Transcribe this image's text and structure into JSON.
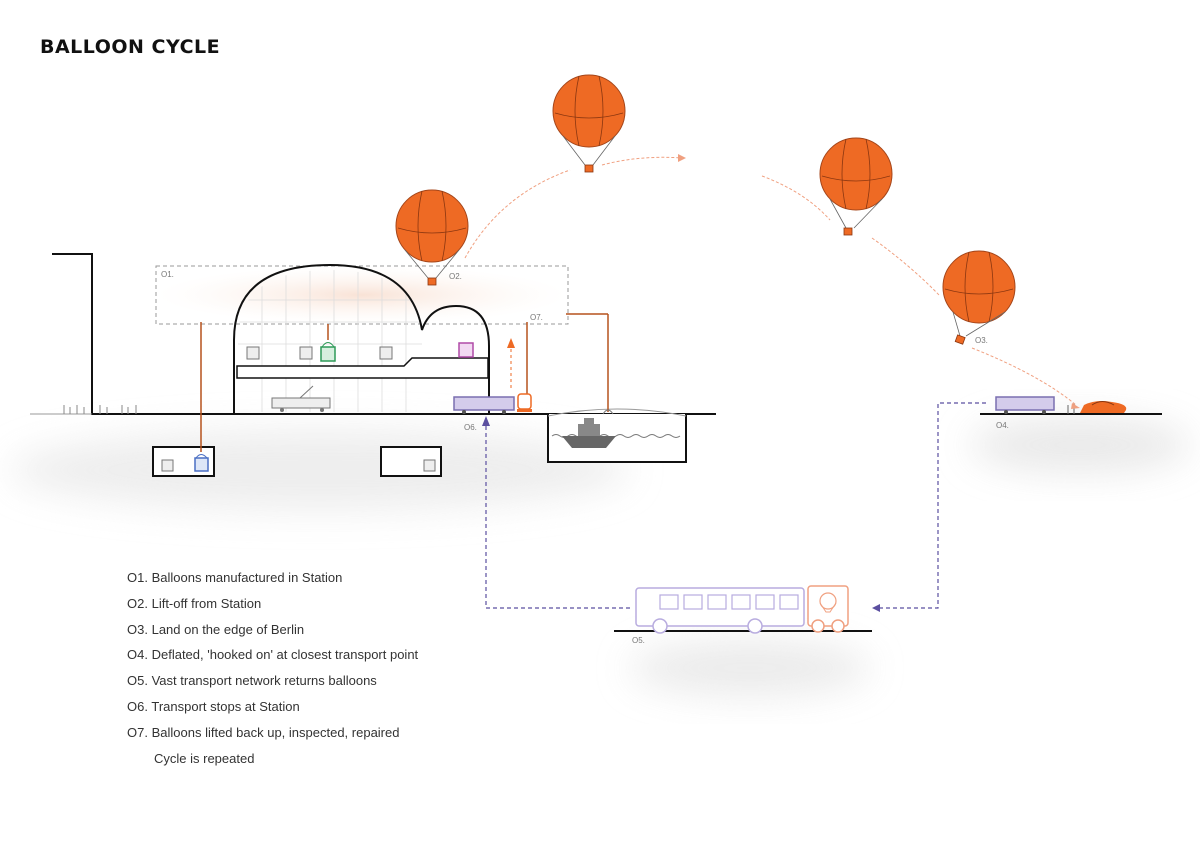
{
  "title": "BALLOON CYCLE",
  "colors": {
    "balloon": "#ee6a24",
    "flight_path": "#f0a080",
    "return_path": "#5b4fa0",
    "transport": "#a999d6",
    "structure": "#111111",
    "cable": "#b5521d"
  },
  "stage_labels": {
    "s01": "O1.",
    "s02": "O2.",
    "s03": "O3.",
    "s04": "O4.",
    "s05": "O5.",
    "s06": "O6.",
    "s07": "O7."
  },
  "legend": {
    "items": [
      {
        "code": "O1.",
        "text": "Balloons manufactured in Station"
      },
      {
        "code": "O2.",
        "text": "Lift-off from Station"
      },
      {
        "code": "O3.",
        "text": "Land on the edge of Berlin"
      },
      {
        "code": "O4.",
        "text": "Deflated, 'hooked on' at closest transport point"
      },
      {
        "code": "O5.",
        "text": "Vast transport network returns balloons"
      },
      {
        "code": "O6.",
        "text": "Transport stops at Station"
      },
      {
        "code": "O7.",
        "text": "Balloons lifted back up, inspected, repaired"
      }
    ],
    "footer": "Cycle is repeated"
  }
}
